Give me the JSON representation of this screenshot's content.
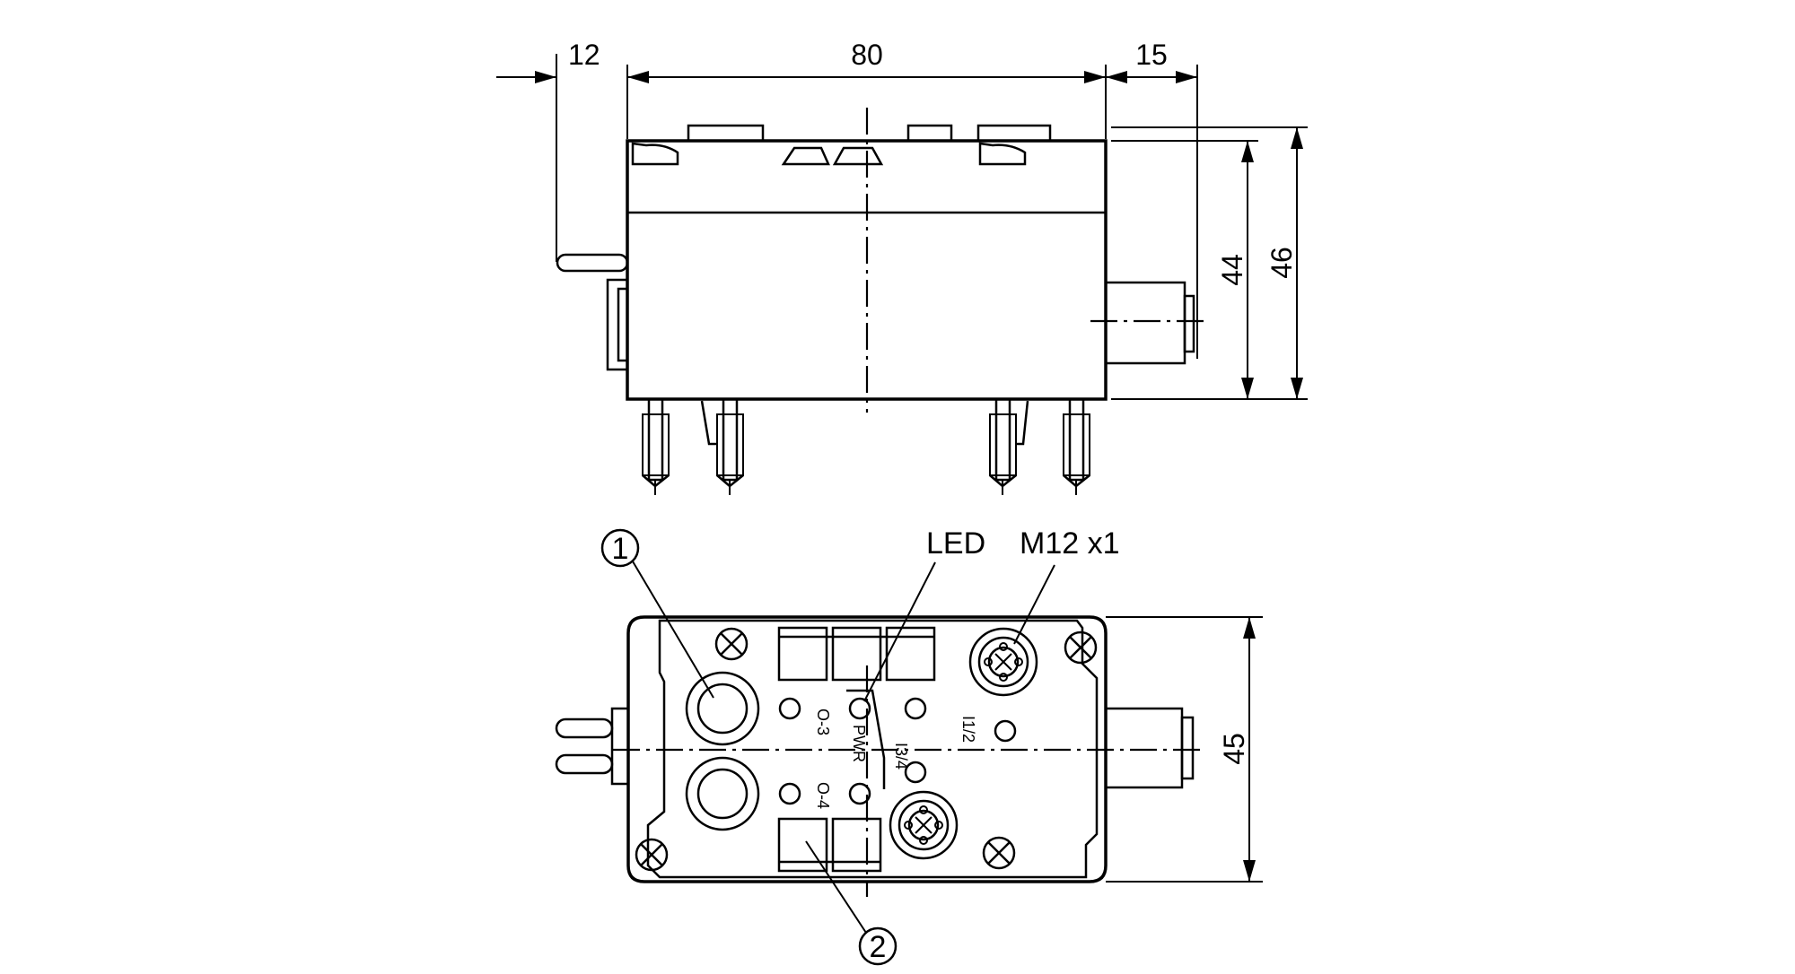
{
  "dimensions": {
    "d12": "12",
    "d80": "80",
    "d15": "15",
    "d44": "44",
    "d46": "46",
    "d45": "45"
  },
  "callouts": {
    "c1": "1",
    "c2": "2",
    "led": "LED",
    "m12": "M12 x1"
  },
  "markings": {
    "o3": "O-3",
    "o4": "O-4",
    "pwr": "PWR",
    "i34": "I3/4",
    "i12": "I1/2"
  }
}
